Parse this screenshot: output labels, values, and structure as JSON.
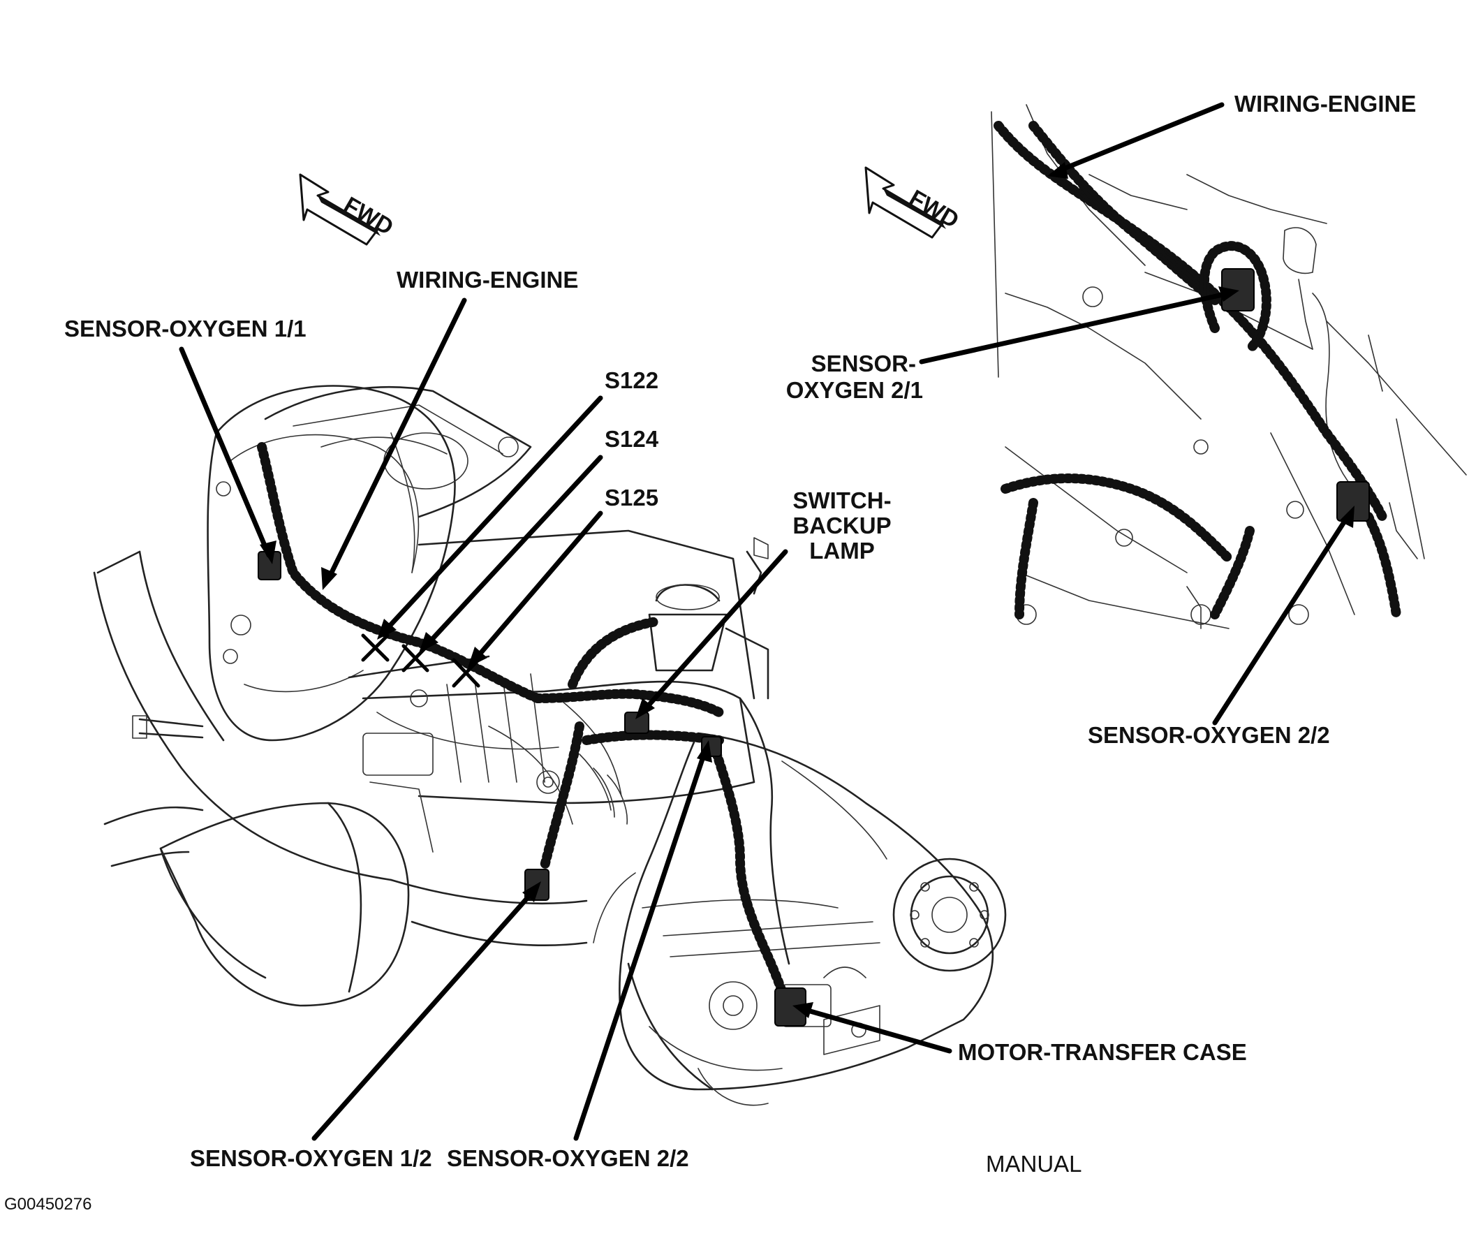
{
  "labels": {
    "sensor_oxygen_1_1": "SENSOR-OXYGEN 1/1",
    "wiring_engine_main": "WIRING-ENGINE",
    "s122": "S122",
    "s124": "S124",
    "s125": "S125",
    "switch_backup_lamp_line1": "SWITCH-",
    "switch_backup_lamp_line2": "BACKUP",
    "switch_backup_lamp_line3": "LAMP",
    "motor_transfer_case": "MOTOR-TRANSFER CASE",
    "sensor_oxygen_1_2": "SENSOR-OXYGEN 1/2",
    "sensor_oxygen_2_2_main": "SENSOR-OXYGEN 2/2",
    "wiring_engine_inset": "WIRING-ENGINE",
    "sensor_oxygen_2_1_line1": "SENSOR-",
    "sensor_oxygen_2_1_line2": "OXYGEN 2/1",
    "sensor_oxygen_2_2_inset": "SENSOR-OXYGEN 2/2",
    "manual": "MANUAL",
    "figure_id": "G00450276",
    "fwd_left": "FWD",
    "fwd_right": "FWD"
  }
}
